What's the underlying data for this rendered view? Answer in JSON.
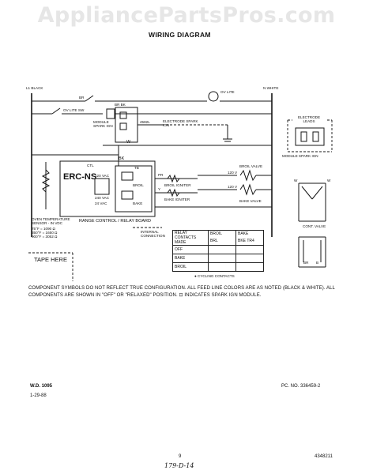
{
  "watermark": "AppliancePartsPros.com",
  "title": "WIRING DIAGRAM",
  "lines": {
    "l1": "L1 BLACK",
    "n": "N WHITE"
  },
  "top_labels": {
    "br": "BR",
    "oven_lite": "OV LITE",
    "ov_lite_sw": "OV LITE SW",
    "bk_top": "BK",
    "br_bk": "BR BK"
  },
  "module": {
    "label": "MODULE SPARK IGN",
    "lead": "4582L"
  },
  "electrode": {
    "label": "ELECTRODE SPARK IGN",
    "leads": "ELECTRODE LEADS",
    "module_spark": "MODULE SPARK IGN"
  },
  "wire_w": "W",
  "wire_bk": "BK",
  "erc": "ERC-NS",
  "board_pins": {
    "p1": "CTL",
    "p2": "120 VAC",
    "p3": "240 VAC",
    "p4": "24 VAC",
    "p5": "BROIL",
    "p6": "BAKE",
    "p7": "TB"
  },
  "igniters": {
    "broil": "BROIL IGNITER",
    "bake": "BAKE IGNITER",
    "pr": "PR",
    "y": "Y"
  },
  "valves": {
    "broil": "BROIL VALVE",
    "bake": "BAKE VALVE",
    "v1": "120 V",
    "v2": "120 V",
    "cont": "CONT. VALVE"
  },
  "sensor": {
    "label": "OVEN TEMPERATURE SENSOR - IN VDC",
    "r1": "75°F = 1090 Ω",
    "r2": "350°F = 1650 Ω",
    "r3": "900°F = 3052 Ω"
  },
  "board_caption": "RANGE CONTROL / RELAY BOARD",
  "internal": "INTERNAL CONNECTION",
  "relay_table": {
    "h1": "RELAY CONTACTS MADE",
    "h2": "BROIL",
    "h3": "BAKE",
    "sub1": "BRL",
    "sub2": "BKE",
    "sub3": "TR4",
    "rows": [
      "OFF",
      "BAKE",
      "BROIL"
    ]
  },
  "cycling": "● CYCLING CONTACTS",
  "tape": "TAPE HERE",
  "notes": "COMPONENT SYMBOLS DO NOT REFLECT TRUE CONFIGURATION. ALL FEED LINE COLORS ARE AS NOTED (BLACK & WHITE). ALL COMPONENTS ARE SHOWN IN \"OFF\" OR \"RELAXED\" POSITION. ⊡ INDICATES SPARK IGN MODULE.",
  "wd": "W.D. 1095",
  "date": "1-29-88",
  "part_no": "PC. NO. 336459-2",
  "page": "9",
  "handwritten": "179-D-14",
  "doc_no": "4348211",
  "valve_labels": {
    "w1": "W",
    "w2": "W",
    "br1": "BR",
    "br2": "B"
  }
}
